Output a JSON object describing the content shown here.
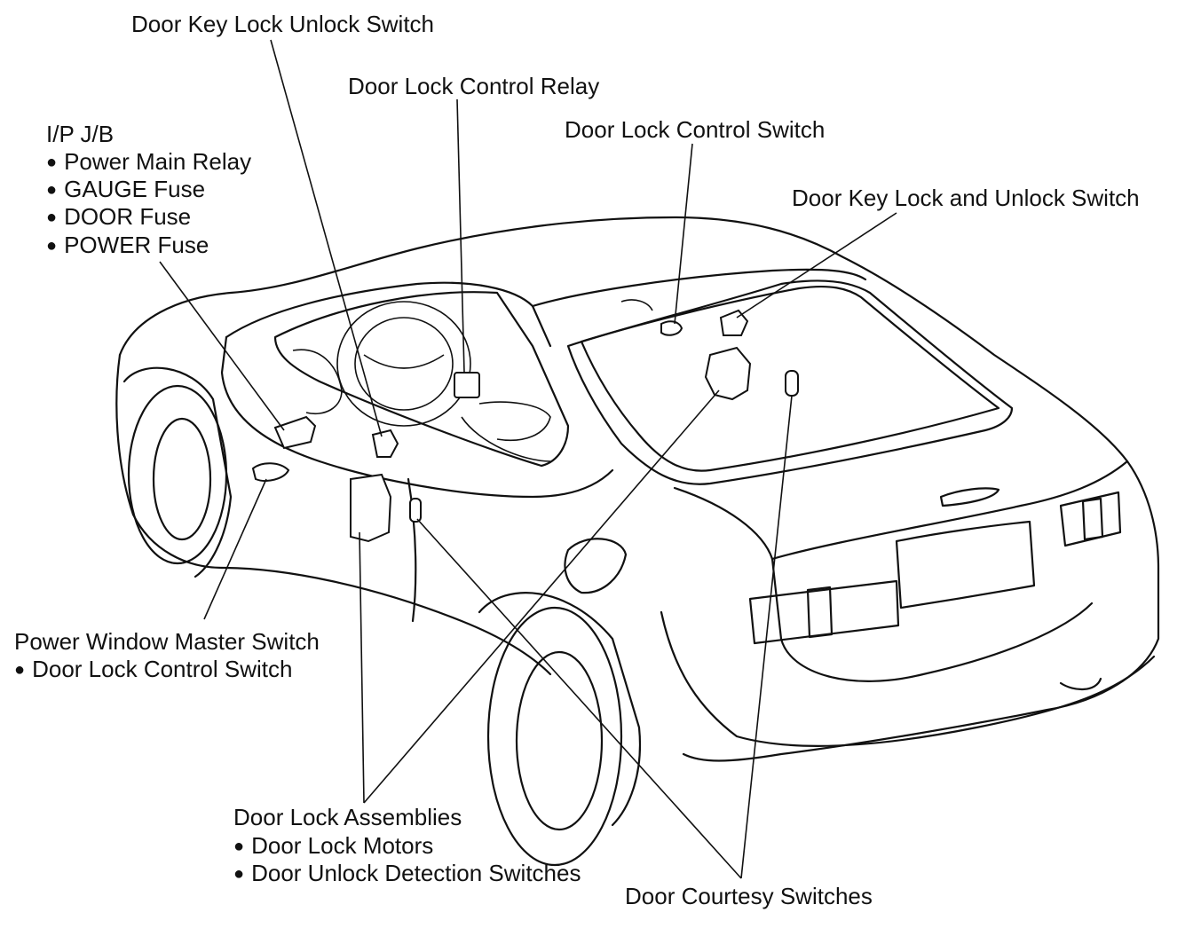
{
  "labels": {
    "door_key_lock_unlock_switch": "Door Key Lock Unlock Switch",
    "door_lock_control_relay": "Door Lock Control Relay",
    "door_lock_control_switch_top": "Door Lock Control Switch",
    "door_key_lock_and_unlock_switch": "Door Key Lock and Unlock Switch",
    "ip_jb": {
      "title": "I/P J/B",
      "items": [
        "Power Main Relay",
        "GAUGE Fuse",
        "DOOR Fuse",
        "POWER Fuse"
      ]
    },
    "power_window_master_switch": {
      "title": "Power Window Master Switch",
      "items": [
        "Door Lock Control Switch"
      ]
    },
    "door_lock_assemblies": {
      "title": "Door Lock Assemblies",
      "items": [
        "Door Lock Motors",
        "Door Unlock Detection Switches"
      ]
    },
    "door_courtesy_switches": "Door Courtesy Switches"
  }
}
